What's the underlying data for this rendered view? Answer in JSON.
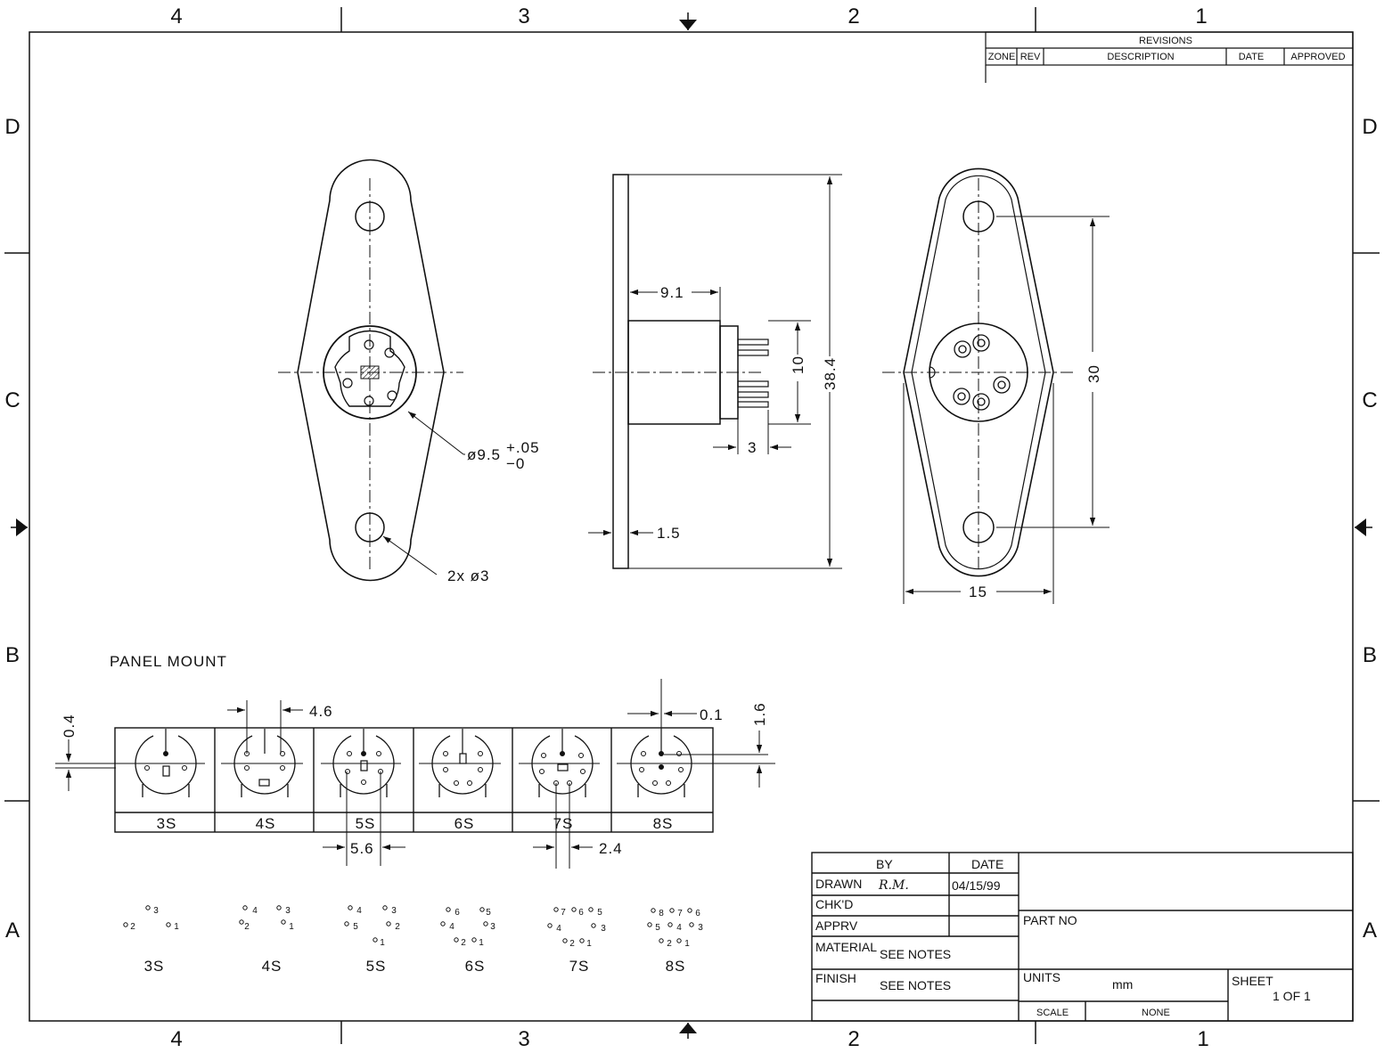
{
  "border": {
    "top_zones": [
      "4",
      "3",
      "2",
      "1"
    ],
    "bottom_zones": [
      "4",
      "3",
      "2",
      "1"
    ],
    "left_zones": [
      "D",
      "C",
      "B",
      "A"
    ],
    "right_zones": [
      "D",
      "C",
      "B",
      "A"
    ]
  },
  "revisions": {
    "title": "REVISIONS",
    "columns": [
      "ZONE",
      "REV",
      "DESCRIPTION",
      "DATE",
      "APPROVED"
    ]
  },
  "front_view": {
    "bore_dim": "ø9.5",
    "bore_tol_upper": "+.05",
    "bore_tol_lower": "−0",
    "hole_callout": "2x ø3"
  },
  "side_view": {
    "dims": {
      "depth": "9.1",
      "pin_span": "10",
      "height": "38.4",
      "pin_len": "3",
      "flange": "1.5"
    }
  },
  "rear_view": {
    "dims": {
      "hole_spacing": "30",
      "width": "15"
    }
  },
  "panel_mount": {
    "title": "PANEL MOUNT",
    "dims": {
      "d1": "4.6",
      "d2": "0.4",
      "d3": "0.1",
      "d4": "1.6",
      "d5": "5.6",
      "d6": "2.4"
    },
    "variants": [
      "3S",
      "4S",
      "5S",
      "6S",
      "7S",
      "8S"
    ]
  },
  "pinouts": [
    {
      "label": "3S",
      "pins": [
        "3",
        "2",
        "1"
      ]
    },
    {
      "label": "4S",
      "pins": [
        "4",
        "3",
        "2",
        "1"
      ]
    },
    {
      "label": "5S",
      "pins": [
        "4",
        "3",
        "5",
        "2",
        "1"
      ]
    },
    {
      "label": "6S",
      "pins": [
        "6",
        "5",
        "4",
        "3",
        "2",
        "1"
      ]
    },
    {
      "label": "7S",
      "pins": [
        "7",
        "6",
        "5",
        "4",
        "3",
        "2",
        "1"
      ]
    },
    {
      "label": "8S",
      "pins": [
        "8",
        "7",
        "6",
        "5",
        "4",
        "3",
        "2",
        "1"
      ]
    }
  ],
  "title_block": {
    "by_header": "BY",
    "date_header": "DATE",
    "drawn_label": "DRAWN",
    "drawn_by": "R.M.",
    "drawn_date": "04/15/99",
    "checked_label": "CHK'D",
    "approved_label": "APPRV",
    "material_label": "MATERIAL",
    "material_value": "SEE NOTES",
    "finish_label": "FINISH",
    "finish_value": "SEE NOTES",
    "part_no_label": "PART NO",
    "units_label": "UNITS",
    "units_value": "mm",
    "scale_label": "SCALE",
    "scale_value": "NONE",
    "sheet_label": "SHEET",
    "sheet_value": "1 OF 1"
  }
}
